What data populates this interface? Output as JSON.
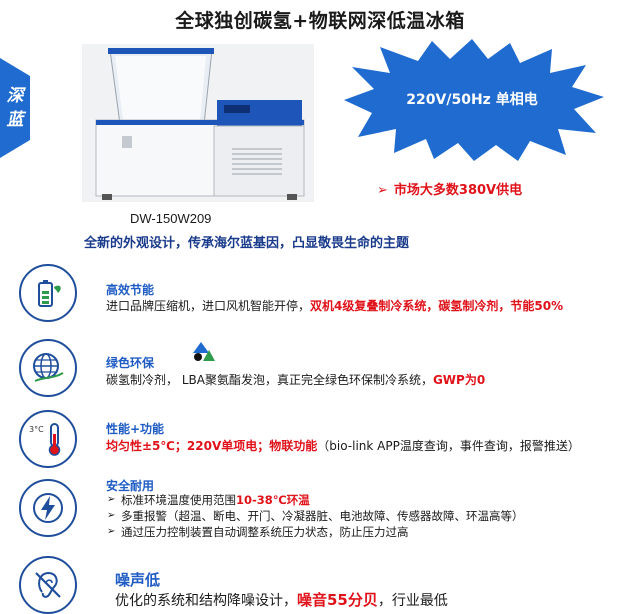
{
  "header": {
    "title": "全球独创碳氢+物联网深低温冰箱"
  },
  "side_badge": {
    "line1": "深",
    "line2": "蓝"
  },
  "product": {
    "model": "DW-150W209",
    "tagline": "全新的外观设计，传承海尔蓝基因，凸显敬畏生命的主题"
  },
  "burst": {
    "text": "220V/50Hz 单相电"
  },
  "market_note": {
    "arrow": "➢",
    "text": "市场大多数380V供电"
  },
  "features": [
    {
      "title": "高效节能",
      "body_plain": "进口品牌压缩机，进口风机智能开停，",
      "body_highlight": "双机4级复叠制冷系统，碳氢制冷剂，节能50%"
    },
    {
      "title": "绿色环保",
      "body_plain": "碳氢制冷剂， LBA聚氨酯发泡，真正完全绿色环保制冷系统，",
      "body_highlight": "GWP为0"
    },
    {
      "title": "性能+功能",
      "icon_label": "3°C",
      "body_highlight": "均匀性±5℃；220V单项电；物联功能",
      "body_plain": "（bio-link APP温度查询，事件查询，报警推送）"
    },
    {
      "title": "安全耐用",
      "bullets": [
        {
          "plain": "标准环境温度使用范围",
          "highlight": "10-38℃环温"
        },
        {
          "plain": "多重报警（超温、断电、开门、冷凝器脏、电池故障、传感器故障、环温高等）",
          "highlight": ""
        },
        {
          "plain": "通过压力控制装置自动调整系统压力状态，防止压力过高",
          "highlight": ""
        }
      ]
    },
    {
      "title": "噪声低",
      "body_plain": "优化的系统和结构降噪设计，",
      "body_highlight": "噪音55分贝",
      "body_tail": "，行业最低"
    }
  ],
  "colors": {
    "brand_blue": "#1f6bd0",
    "title_blue": "#1f5cc4",
    "icon_ring": "#1f4e9c",
    "highlight_red": "#e0121a"
  }
}
